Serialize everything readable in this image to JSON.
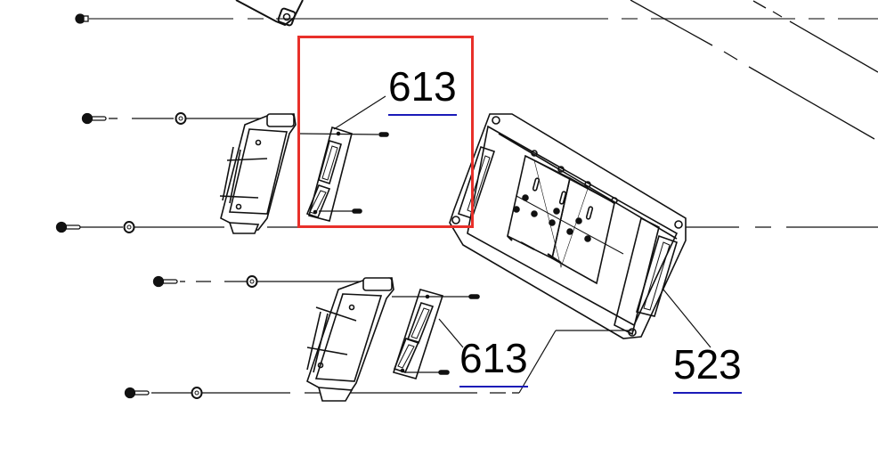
{
  "diagram": {
    "type": "exploded-parts-view",
    "background": "#ffffff",
    "line_color": "#111111",
    "highlight_color": "#e8302a",
    "underline_color": "#1a1ab8"
  },
  "callouts": [
    {
      "id": "613-top",
      "label": "613",
      "part_number": "613",
      "highlighted": true
    },
    {
      "id": "613-bottom",
      "label": "613",
      "part_number": "613",
      "highlighted": false
    },
    {
      "id": "523",
      "label": "523",
      "part_number": "523",
      "highlighted": false
    }
  ],
  "highlight": {
    "target": "613",
    "description": "Red selection box around upper part 613"
  },
  "parts": [
    {
      "name": "connector-plate-upper",
      "part_number": "613"
    },
    {
      "name": "connector-plate-lower",
      "part_number": "613"
    },
    {
      "name": "main-frame-assembly",
      "part_number": "523"
    },
    {
      "name": "bracket-upper"
    },
    {
      "name": "bracket-lower"
    },
    {
      "name": "screws-and-washers"
    }
  ]
}
